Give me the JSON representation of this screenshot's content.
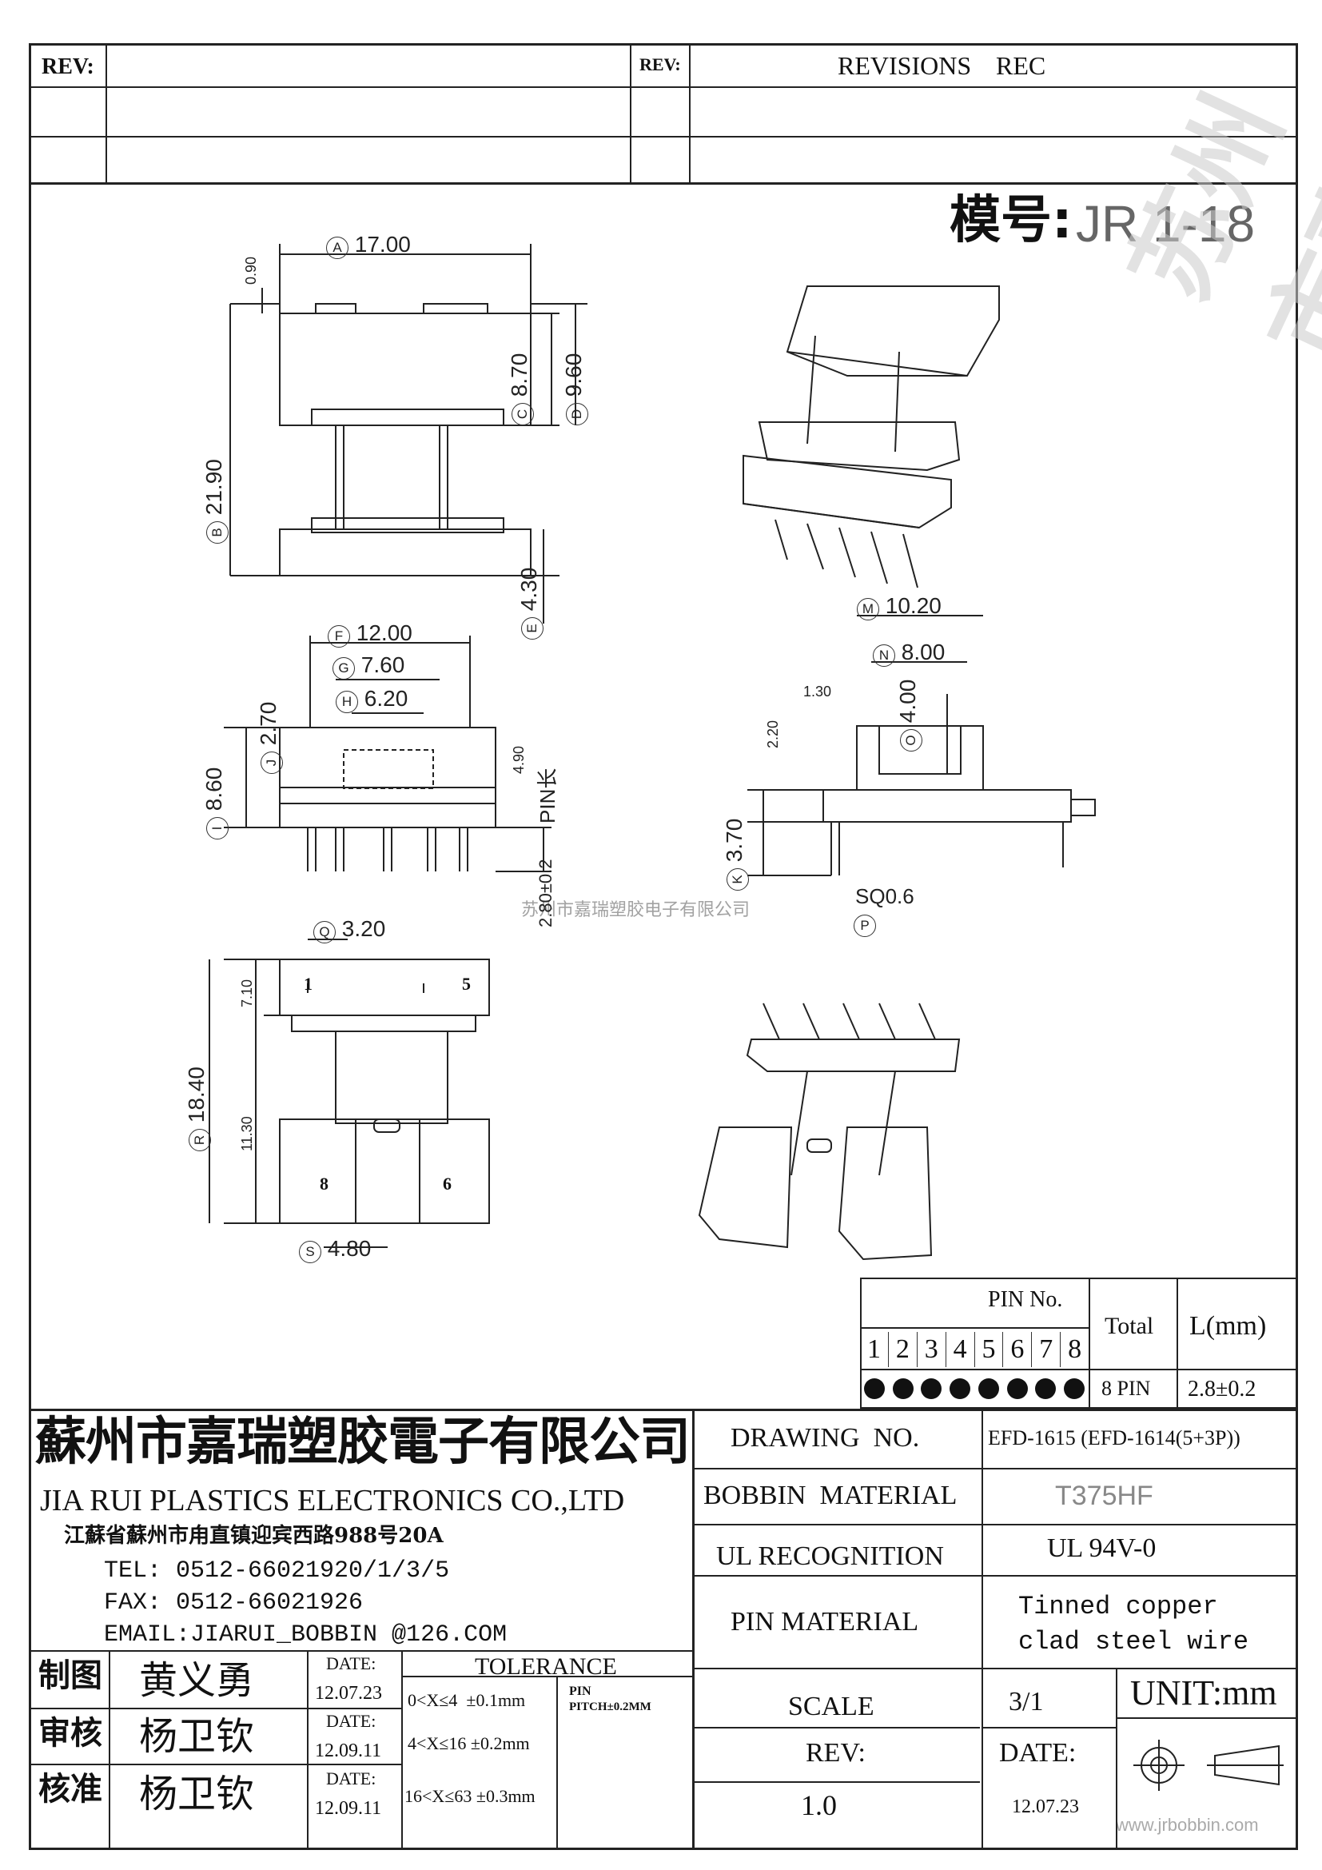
{
  "revision_block": {
    "rev_label_left": "REV:",
    "rev_label_right": "REV:",
    "revisions_title": "REVISIONS",
    "rec_title": "REC"
  },
  "model": {
    "label": "模号:",
    "value": "JR 1-18"
  },
  "watermark": {
    "vertical_company": "苏州市嘉瑞塑胶电子有限公司",
    "center_company": "苏州市嘉瑞塑胶电子有限公司",
    "site": "www.jrbobbin.com"
  },
  "dimensions": {
    "A": {
      "mark": "A",
      "value": "17.00"
    },
    "B": {
      "mark": "B",
      "value": "21.90"
    },
    "C": {
      "mark": "C",
      "value": "8.70"
    },
    "D": {
      "mark": "D",
      "value": "9.60"
    },
    "E": {
      "mark": "E",
      "value": "4.30"
    },
    "top_gap": "0.90",
    "F": {
      "mark": "F",
      "value": "12.00"
    },
    "G": {
      "mark": "G",
      "value": "7.60"
    },
    "H": {
      "mark": "H",
      "value": "6.20"
    },
    "I": {
      "mark": "I",
      "value": "8.60"
    },
    "J": {
      "mark": "J",
      "value": "2.70"
    },
    "side_490": "4.90",
    "pin_len_label": "PIN长",
    "pin_280": "2.80±0.2",
    "M": {
      "mark": "M",
      "value": "10.20"
    },
    "N": {
      "mark": "N",
      "value": "8.00"
    },
    "O": {
      "mark": "O",
      "value": "4.00"
    },
    "K": {
      "mark": "K",
      "value": "3.70"
    },
    "side_130": "1.30",
    "side_220": "2.20",
    "P": {
      "mark": "P",
      "value": "SQ0.6"
    },
    "Q": {
      "mark": "Q",
      "value": "3.20"
    },
    "R": {
      "mark": "R",
      "value": "18.40"
    },
    "S": {
      "mark": "S",
      "value": "4.80"
    },
    "bot_710": "7.10",
    "bot_1130": "11.30",
    "pin1": "1",
    "pin5": "5",
    "pin8": "8",
    "pin6": "6"
  },
  "pin_table": {
    "title": "PIN No.",
    "pins": [
      "1",
      "2",
      "3",
      "4",
      "5",
      "6",
      "7",
      "8"
    ],
    "total_label": "Total",
    "length_label": "L(mm)",
    "total_value": "8 PIN",
    "length_value": "2.8±0.2"
  },
  "company": {
    "name_cn": "蘇州市嘉瑞塑胶電子有限公司",
    "name_en": "JIA RUI PLASTICS ELECTRONICS CO.,LTD",
    "address": "江蘇省蘇州市甪直镇迎宾西路988号20A",
    "tel": "TEL: 0512-66021920/1/3/5",
    "fax": "FAX: 0512-66021926",
    "email": "EMAIL:JIARUI_BOBBIN @126.COM"
  },
  "title_block": {
    "drawing_no_label": "DRAWING  NO.",
    "drawing_no_value": "EFD-1615 (EFD-1614(5+3P))",
    "bobbin_material_label": "BOBBIN  MATERIAL",
    "bobbin_material_value": "T375HF",
    "ul_label": "UL RECOGNITION",
    "ul_value": "UL 94V-0",
    "pin_material_label": "PIN MATERIAL",
    "pin_material_value_1": "Tinned copper",
    "pin_material_value_2": "clad steel wire",
    "scale_label": "SCALE",
    "scale_value": "3/1",
    "unit": "UNIT:mm",
    "rev_label": "REV:",
    "rev_value": "1.0",
    "date_label": "DATE:",
    "date_value": "12.07.23"
  },
  "signatures": [
    {
      "role": "制图",
      "name": "黄义勇",
      "date_label": "DATE:",
      "date": "12.07.23"
    },
    {
      "role": "审核",
      "name": "杨卫钦",
      "date_label": "DATE:",
      "date": "12.09.11"
    },
    {
      "role": "核准",
      "name": "杨卫钦",
      "date_label": "DATE:",
      "date": "12.09.11"
    }
  ],
  "tolerance": {
    "title": "TOLERANCE",
    "rows": [
      "0<X≤4  ±0.1mm",
      "4<X≤16 ±0.2mm",
      "16<X≤63 ±0.3mm"
    ],
    "pin_label": "PIN",
    "pitch": "PITCH±0.2MM"
  }
}
